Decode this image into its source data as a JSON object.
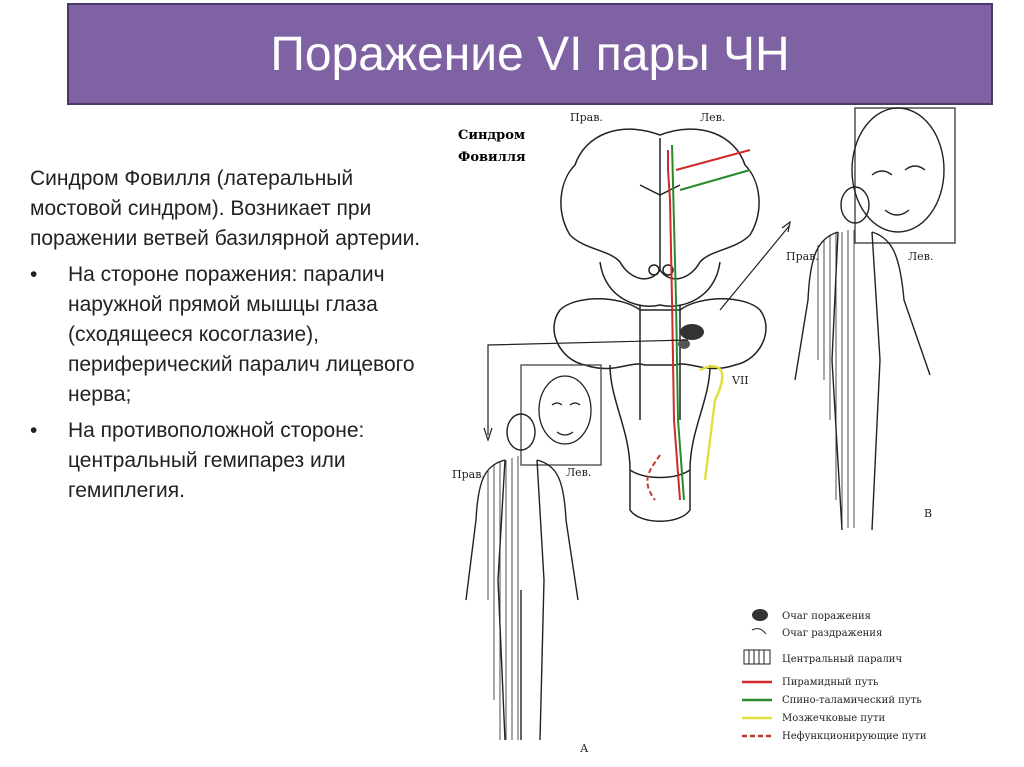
{
  "title": "Поражение VI пары ЧН",
  "intro": "Синдром Фовилля (латеральный мостовой синдром). Возникает при поражении ветвей базилярной артерии.",
  "bullets": [
    "На стороне поражения: паралич наружной прямой мышцы глаза (сходящееся косоглазие), периферический паралич лицевого нерва;",
    "На противоположной стороне: центральный гемипарез или гемиплегия."
  ],
  "bullet_symbol": "•",
  "diagram": {
    "heading_line1": "Синдром",
    "heading_line2": "Фовилля",
    "right_label": "Прав.",
    "left_label": "Лев.",
    "nerve_label": "VII",
    "figure_a_label": "А",
    "figure_b_label": "В"
  },
  "legend": [
    "Очаг поражения",
    "Очаг раздражения",
    "Центральный паралич",
    "Пирамидный путь",
    "Спино-таламический путь",
    "Мозжечковые пути",
    "Нефункционирующие пути"
  ],
  "colors": {
    "title_bg": "#7e62a3",
    "pyramidal": "#d22a2a",
    "spinothalamic": "#2a8a2a",
    "cerebellar": "#e2e040",
    "nonfunctional": "#c0392b"
  }
}
